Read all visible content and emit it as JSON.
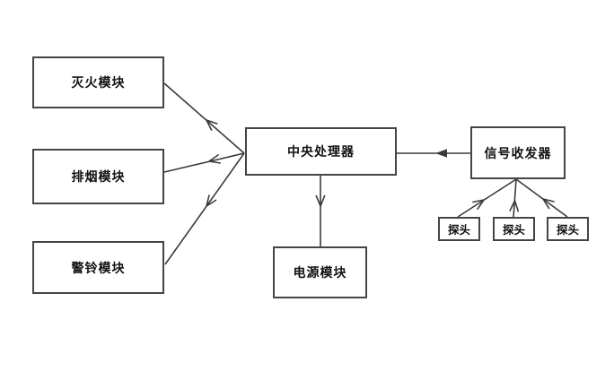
{
  "diagram": {
    "nodes": {
      "fire": {
        "label": "灭火模块"
      },
      "smoke": {
        "label": "排烟模块"
      },
      "bell": {
        "label": "警铃模块"
      },
      "cpu": {
        "label": "中央处理器"
      },
      "transceiver": {
        "label": "信号收发器"
      },
      "power": {
        "label": "电源模块"
      },
      "probe1": {
        "label": "探头"
      },
      "probe2": {
        "label": "探头"
      },
      "probe3": {
        "label": "探头"
      }
    },
    "edges": [
      {
        "from": "中央处理器",
        "to": "灭火模块"
      },
      {
        "from": "中央处理器",
        "to": "排烟模块"
      },
      {
        "from": "中央处理器",
        "to": "警铃模块"
      },
      {
        "from": "信号收发器",
        "to": "中央处理器"
      },
      {
        "from": "中央处理器",
        "to": "电源模块"
      },
      {
        "from": "探头",
        "to": "信号收发器"
      },
      {
        "from": "探头",
        "to": "信号收发器"
      },
      {
        "from": "探头",
        "to": "信号收发器"
      }
    ],
    "colors": {
      "background": "#ffffff",
      "line": "#3a3a3a",
      "text": "#111111"
    }
  }
}
